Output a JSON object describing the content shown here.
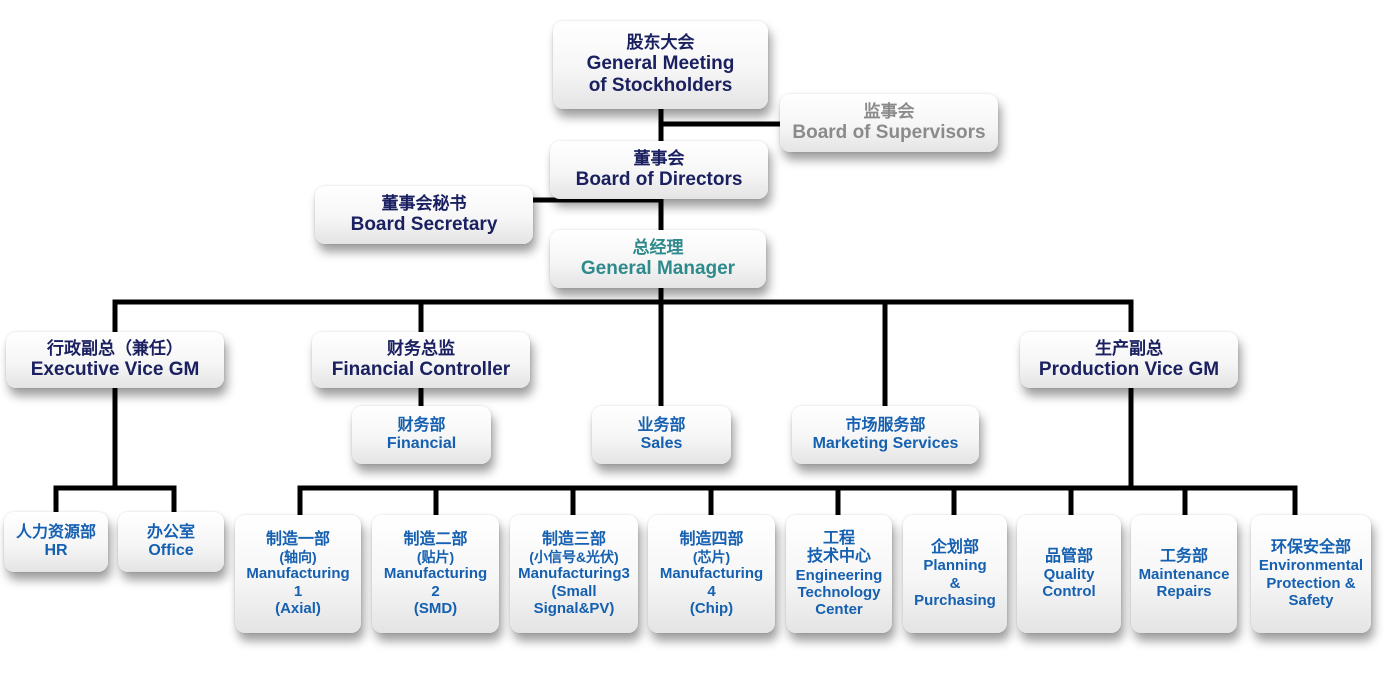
{
  "top": {
    "stockholders": {
      "zh": "股东大会",
      "en1": "General Meeting",
      "en2": "of Stockholders"
    },
    "supervisors": {
      "zh": "监事会",
      "en": "Board of Supervisors"
    },
    "directors": {
      "zh": "董事会",
      "en": "Board of Directors"
    },
    "secretary": {
      "zh": "董事会秘书",
      "en": "Board Secretary"
    },
    "gm": {
      "zh": "总经理",
      "en": "General Manager"
    }
  },
  "second": {
    "exec_vgm": {
      "zh": "行政副总（兼任）",
      "en": "Executive Vice GM"
    },
    "fin_ctrl": {
      "zh": "财务总监",
      "en": "Financial Controller"
    },
    "prod_vgm": {
      "zh": "生产副总",
      "en": "Production Vice GM"
    }
  },
  "depts": {
    "financial": {
      "zh": "财务部",
      "en": "Financial"
    },
    "sales": {
      "zh": "业务部",
      "en": "Sales"
    },
    "marketing": {
      "zh": "市场服务部",
      "en": "Marketing Services"
    },
    "hr": {
      "zh": "人力资源部",
      "en": "HR"
    },
    "office": {
      "zh": "办公室",
      "en": "Office"
    }
  },
  "production": {
    "mfg1": {
      "zh": "制造一部",
      "paren": "(轴向)",
      "l1": "Manufacturing",
      "l2": "1",
      "l3": "(Axial)"
    },
    "mfg2": {
      "zh": "制造二部",
      "paren": "(贴片)",
      "l1": "Manufacturing",
      "l2": "2",
      "l3": "(SMD)"
    },
    "mfg3": {
      "zh": "制造三部",
      "paren": "(小信号&光伏)",
      "l1": "Manufacturing3",
      "l2": "(Small",
      "l3": "Signal&PV)"
    },
    "mfg4": {
      "zh": "制造四部",
      "paren": "(芯片)",
      "l1": "Manufacturing",
      "l2": "4",
      "l3": "(Chip)"
    },
    "engineering": {
      "zh1": "工程",
      "zh2": "技术中心",
      "l1": "Engineering",
      "l2": "Technology",
      "l3": "Center"
    },
    "planning": {
      "zh": "企划部",
      "l1": "Planning",
      "l2": "&",
      "l3": "Purchasing"
    },
    "quality": {
      "zh": "品管部",
      "l1": "Quality",
      "l2": "Control"
    },
    "maintenance": {
      "zh": "工务部",
      "l1": "Maintenance",
      "l2": "Repairs"
    },
    "environment": {
      "zh": "环保安全部",
      "l1": "Environmental",
      "l2": "Protection &",
      "l3": "Safety"
    }
  }
}
